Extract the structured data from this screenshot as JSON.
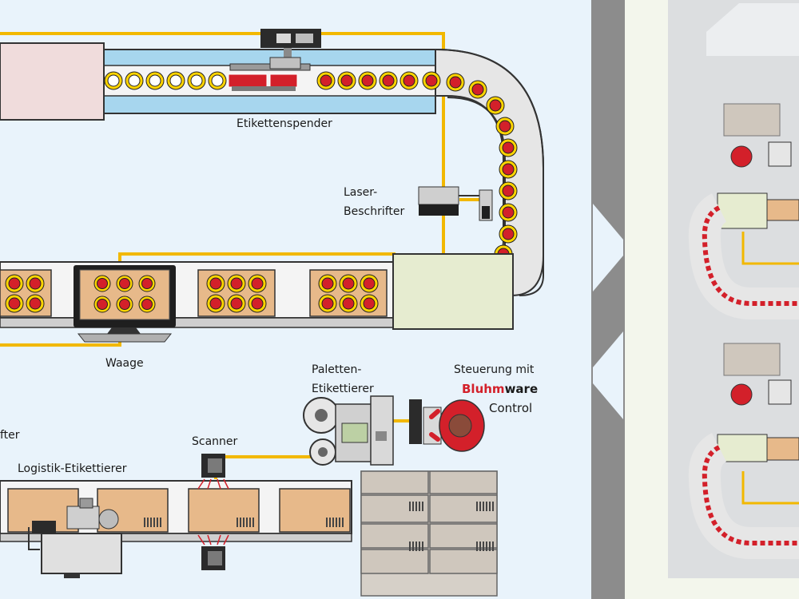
{
  "labels": {
    "etikettenspender": "Etikettenspender",
    "laser_line1": "Laser-",
    "laser_line2": "Beschrifter",
    "waage": "Waage",
    "paletten_line1": "Paletten-",
    "paletten_line2": "Etikettierer",
    "steuerung_line1": "Steuerung mit",
    "brand_red": "Bluhm",
    "brand_black": "ware",
    "control": "Control",
    "fter": "fter",
    "scanner": "Scanner",
    "logistik": "Logistik-Etikettierer"
  },
  "icons": {
    "labeler": "label-dispenser-icon",
    "laser": "laser-marker-icon",
    "scale": "scale-monitor-icon",
    "pallet_labeler": "pallet-labeler-icon",
    "operator": "operator-at-computer-icon",
    "scanner": "barcode-scanner-icon",
    "logistics_labeler": "logistics-labeler-icon",
    "arrow_right": "arrow-right-icon",
    "arrow_left": "arrow-left-icon"
  },
  "colors": {
    "background": "#e9f3fb",
    "cable": "#f2b800",
    "conveyor_blue": "#a7d6ee",
    "conveyor_grey": "#e6e6e6",
    "product_red": "#d3202a",
    "box_tan": "#e7b98a",
    "control_box": "#e6ecd0",
    "divider": "#8c8c8c",
    "right_panel": "#f3f6ec"
  }
}
